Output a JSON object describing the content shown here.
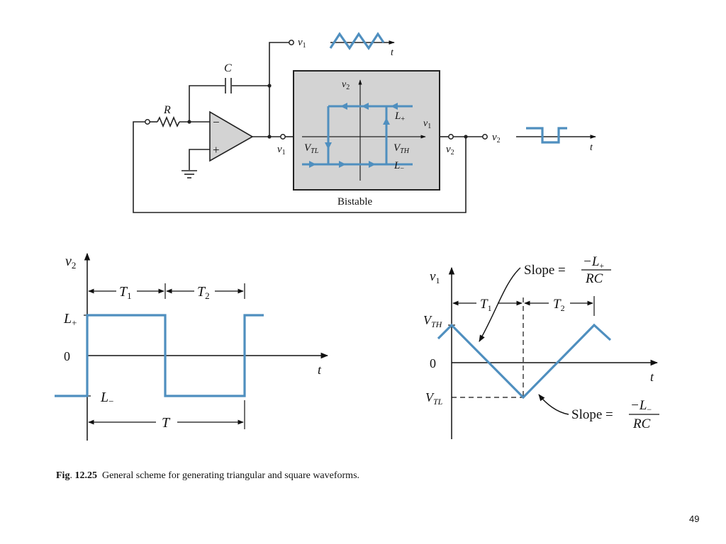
{
  "circuit": {
    "cap_label": "C",
    "res_label": "R",
    "v1_label": "v",
    "v1_sub": "1",
    "v2_label": "v",
    "v2_sub": "2",
    "t_label": "t",
    "minus_sign": "−",
    "plus_sign": "+"
  },
  "bistable": {
    "title": "Bistable",
    "v2_axis": "v",
    "v2_sub": "2",
    "v1_axis": "v",
    "v1_sub": "1",
    "lplus": "L",
    "lplus_sub": "+",
    "lminus": "L",
    "lminus_sub": "−",
    "vtl": "V",
    "vtl_sub": "TL",
    "vth": "V",
    "vth_sub": "TH"
  },
  "square_plot": {
    "y_axis": "v",
    "y_sub": "2",
    "t1": "T",
    "t1_sub": "1",
    "t2": "T",
    "t2_sub": "2",
    "lplus": "L",
    "lplus_sub": "+",
    "zero": "0",
    "lminus": "L",
    "lminus_sub": "−",
    "t_axis": "t",
    "period": "T"
  },
  "triangle_plot": {
    "y_axis": "v",
    "y_sub": "1",
    "slope_top_word": "Slope =",
    "slope_top_num": "−L",
    "slope_top_num_sub": "+",
    "slope_top_den": "RC",
    "slope_bot_word": "Slope =",
    "slope_bot_num": "−L",
    "slope_bot_num_sub": "−",
    "slope_bot_den": "RC",
    "t1": "T",
    "t1_sub": "1",
    "t2": "T",
    "t2_sub": "2",
    "vth": "V",
    "vth_sub": "TH",
    "zero": "0",
    "vtl": "V",
    "vtl_sub": "TL",
    "t_axis": "t"
  },
  "caption": {
    "fig_label": "Fig",
    "fig_dot": ". ",
    "fig_number": "12.25",
    "text": "General scheme for generating triangular and square waveforms."
  },
  "page_number": "49",
  "colors": {
    "waveform": "#4f8fbf",
    "bistable_fill": "#d3d3d3",
    "ink": "#222222"
  }
}
